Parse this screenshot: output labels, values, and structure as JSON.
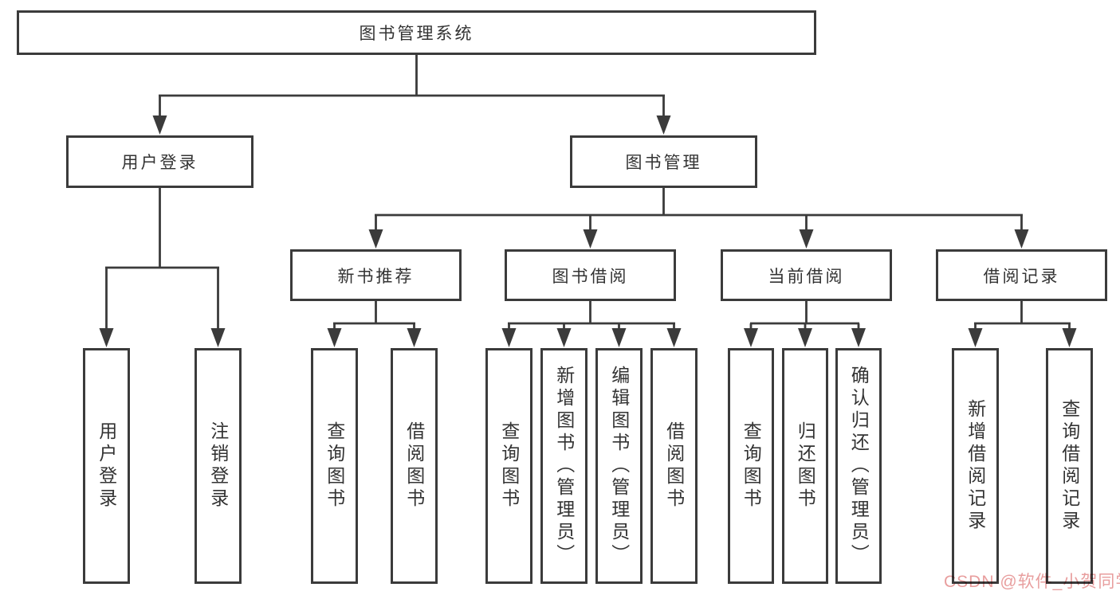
{
  "diagram": {
    "root_label": "图书管理系统",
    "user_branch": {
      "label": "用户登录",
      "leaves": [
        "用户登录",
        "注销登录"
      ]
    },
    "mgmt_branch": {
      "label": "图书管理",
      "groups": [
        {
          "label": "新书推荐",
          "leaves": [
            "查询图书",
            "借阅图书"
          ]
        },
        {
          "label": "图书借阅",
          "leaves": [
            "查询图书",
            "新增图书（管理员）",
            "编辑图书（管理员）",
            "借阅图书"
          ]
        },
        {
          "label": "当前借阅",
          "leaves": [
            "查询图书",
            "归还图书",
            "确认归还（管理员）"
          ]
        },
        {
          "label": "借阅记录",
          "leaves": [
            "新增借阅记录",
            "查询借阅记录"
          ]
        }
      ]
    }
  },
  "watermark": {
    "text": "CSDN @软件_小贺同学",
    "color": "#e89e9e"
  },
  "colors": {
    "line": "#3b3b3b",
    "box_border": "#3b3b3b",
    "text": "#333333",
    "background": "#ffffff"
  }
}
